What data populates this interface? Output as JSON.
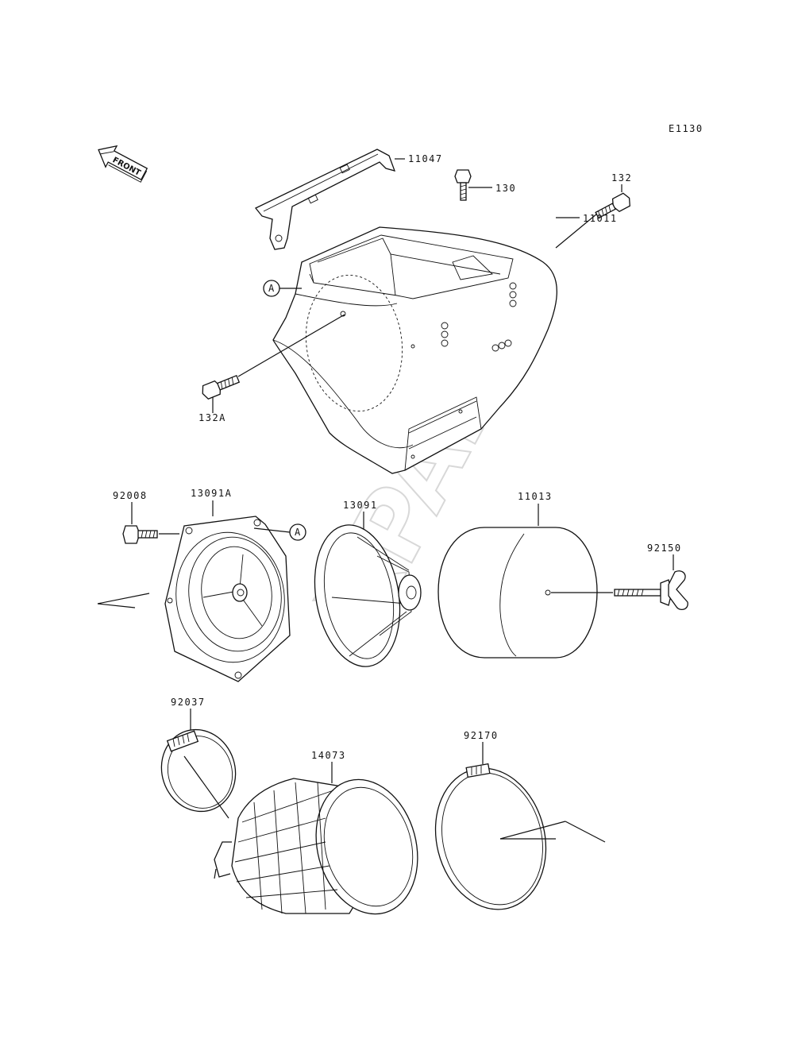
{
  "diagram": {
    "code": "E1130",
    "front_label": "FRONT",
    "watermark": "XPARTS",
    "callout_a": "A",
    "parts": [
      {
        "id": "11047"
      },
      {
        "id": "130"
      },
      {
        "id": "132"
      },
      {
        "id": "11011"
      },
      {
        "id": "132A"
      },
      {
        "id": "92008"
      },
      {
        "id": "13091A"
      },
      {
        "id": "13091"
      },
      {
        "id": "11013"
      },
      {
        "id": "92150"
      },
      {
        "id": "92037"
      },
      {
        "id": "14073"
      },
      {
        "id": "92170"
      }
    ]
  }
}
